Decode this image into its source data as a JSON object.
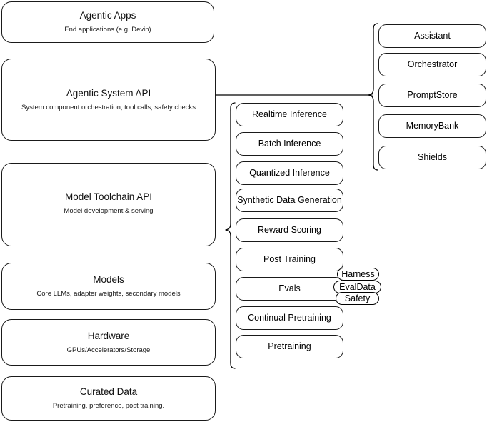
{
  "diagram": {
    "title": "LLM Stack Architecture Diagram",
    "stroke_color": "#000000",
    "background_color": "#ffffff"
  },
  "stack_layers": [
    {
      "name": "agentic-apps",
      "title": "Agentic Apps",
      "subtitle": "End applications (e.g. Devin)"
    },
    {
      "name": "agentic-system-api",
      "title": "Agentic System API",
      "subtitle": "System component orchestration, tool calls, safety checks"
    },
    {
      "name": "model-toolchain-api",
      "title": "Model Toolchain API",
      "subtitle": "Model development & serving"
    },
    {
      "name": "models",
      "title": "Models",
      "subtitle": "Core LLMs, adapter weights, secondary models"
    },
    {
      "name": "hardware",
      "title": "Hardware",
      "subtitle": "GPUs/Accelerators/Storage"
    },
    {
      "name": "curated-data",
      "title": "Curated Data",
      "subtitle": "Pretraining, preference, post training."
    }
  ],
  "agentic_components": [
    {
      "name": "assistant",
      "label": "Assistant"
    },
    {
      "name": "orchestrator",
      "label": "Orchestrator"
    },
    {
      "name": "promptstore",
      "label": "PromptStore"
    },
    {
      "name": "memorybank",
      "label": "MemoryBank"
    },
    {
      "name": "shields",
      "label": "Shields"
    }
  ],
  "toolchain_components": [
    {
      "name": "realtime-inference",
      "label": "Realtime Inference"
    },
    {
      "name": "batch-inference",
      "label": "Batch Inference"
    },
    {
      "name": "quantized-inference",
      "label": "Quantized Inference"
    },
    {
      "name": "synthetic-data-generation",
      "label": "Synthetic Data Generation"
    },
    {
      "name": "reward-scoring",
      "label": "Reward Scoring"
    },
    {
      "name": "post-training",
      "label": "Post Training"
    },
    {
      "name": "evals",
      "label": "Evals"
    },
    {
      "name": "continual-pretraining",
      "label": "Continual Pretraining"
    },
    {
      "name": "pretraining",
      "label": "Pretraining"
    }
  ],
  "evals_subcomponents": [
    {
      "name": "harness",
      "label": "Harness"
    },
    {
      "name": "evaldata",
      "label": "EvalData"
    },
    {
      "name": "safety",
      "label": "Safety"
    }
  ]
}
